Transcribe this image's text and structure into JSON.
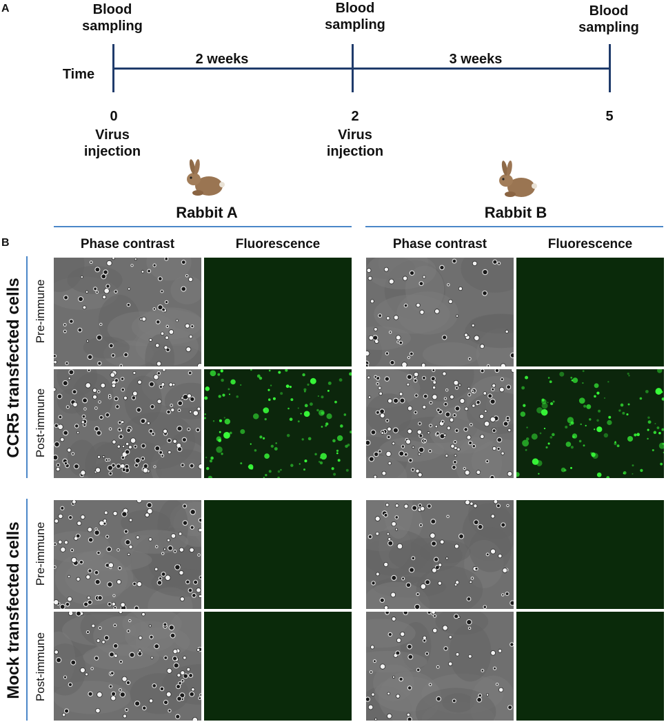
{
  "panel_a": {
    "letter": "A",
    "time_label": "Time",
    "events_top": [
      "Blood\nsampling",
      "Blood\nsampling",
      "Blood\nsampling"
    ],
    "durations": [
      "2 weeks",
      "3 weeks"
    ],
    "timepoints": [
      "0",
      "2",
      "5"
    ],
    "events_bottom": [
      "Virus\ninjection",
      "Virus\ninjection"
    ],
    "rabbits": [
      "Rabbit A",
      "Rabbit B"
    ]
  },
  "panel_b": {
    "letter": "B",
    "column_headers": [
      "Phase contrast",
      "Fluorescence",
      "Phase contrast",
      "Fluorescence"
    ],
    "groups": [
      {
        "label": "CCR5 transfected cells",
        "rows": [
          "Pre-immune",
          "Post-immune"
        ]
      },
      {
        "label": "Mock transfected cells",
        "rows": [
          "Pre-immune",
          "Post-immune"
        ]
      }
    ]
  },
  "colors": {
    "timeline": "#1f3b6b",
    "rule": "#4a86c8",
    "fluorescence_positive": "#39ff3a"
  }
}
